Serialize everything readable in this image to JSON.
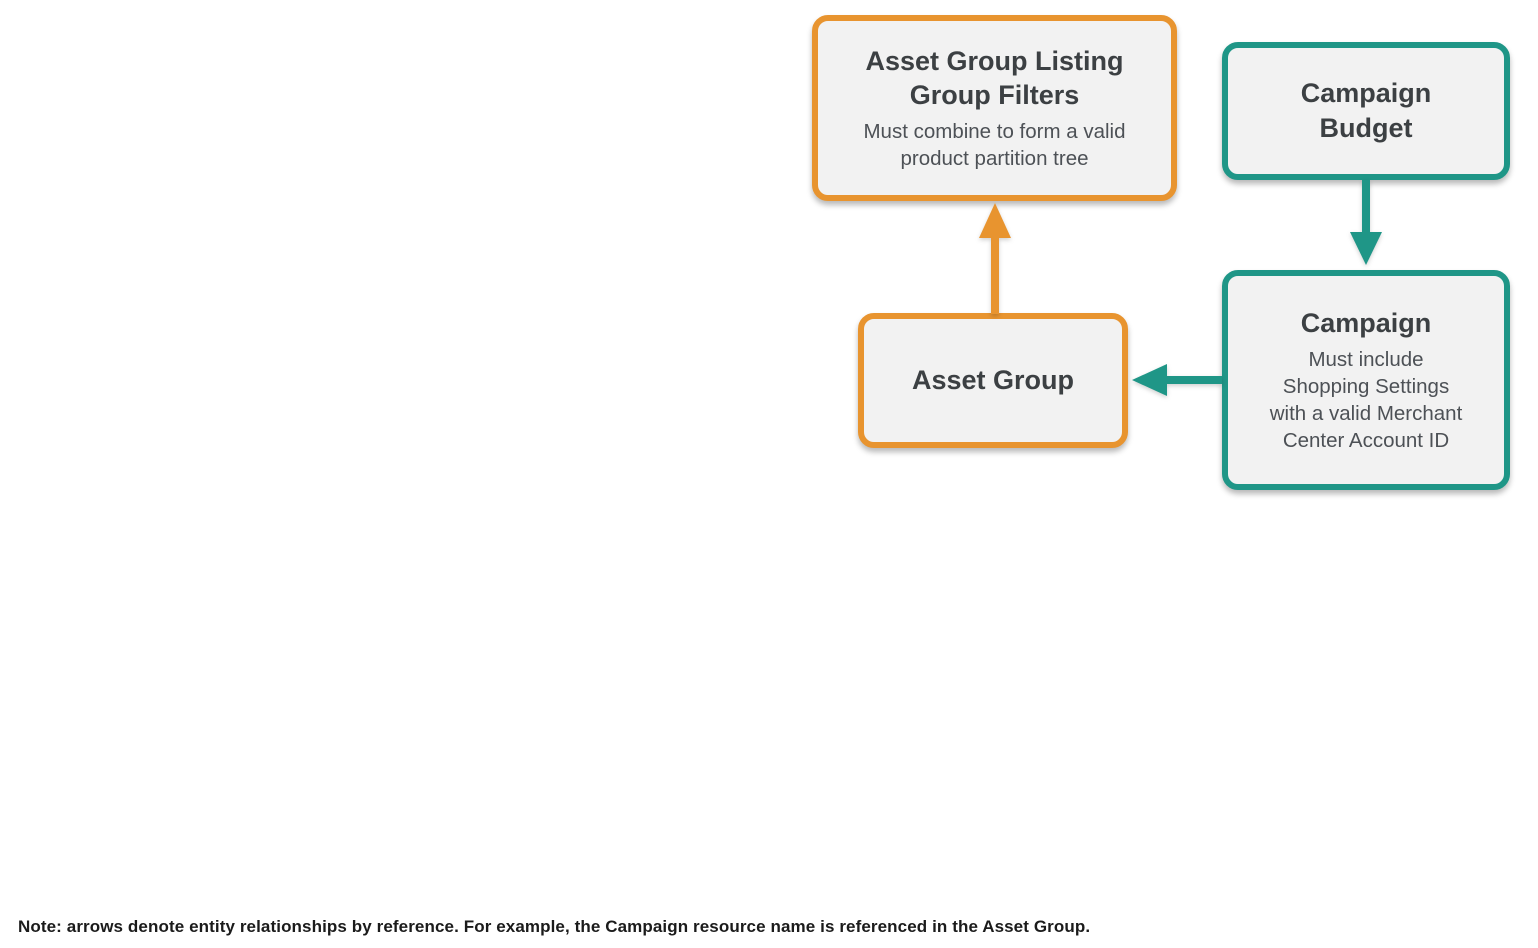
{
  "diagram": {
    "colors": {
      "orange": "#E8942F",
      "teal": "#1F9687",
      "box_fill": "#F2F2F2",
      "title_text": "#3C4043",
      "subtitle_text": "#4D5156",
      "note_text": "#1B1B1B"
    },
    "nodes": [
      {
        "id": "asset-group-listing-group-filters",
        "title": "Asset Group Listing\nGroup Filters",
        "subtitle": "Must combine to form a valid\nproduct partition tree",
        "color": "orange"
      },
      {
        "id": "campaign-budget",
        "title": "Campaign\nBudget",
        "subtitle": "",
        "color": "teal"
      },
      {
        "id": "campaign",
        "title": "Campaign",
        "subtitle": "Must include\nShopping Settings\nwith a valid Merchant\nCenter Account ID",
        "color": "teal"
      },
      {
        "id": "asset-group",
        "title": "Asset Group",
        "subtitle": "",
        "color": "orange"
      }
    ],
    "edges": [
      {
        "from": "asset-group",
        "to": "asset-group-listing-group-filters",
        "color": "orange",
        "direction": "up"
      },
      {
        "from": "campaign-budget",
        "to": "campaign",
        "color": "teal",
        "direction": "down"
      },
      {
        "from": "campaign",
        "to": "asset-group",
        "color": "teal",
        "direction": "left"
      }
    ]
  },
  "note": "Note: arrows denote entity relationships by reference. For example, the Campaign resource name is referenced in the Asset Group."
}
